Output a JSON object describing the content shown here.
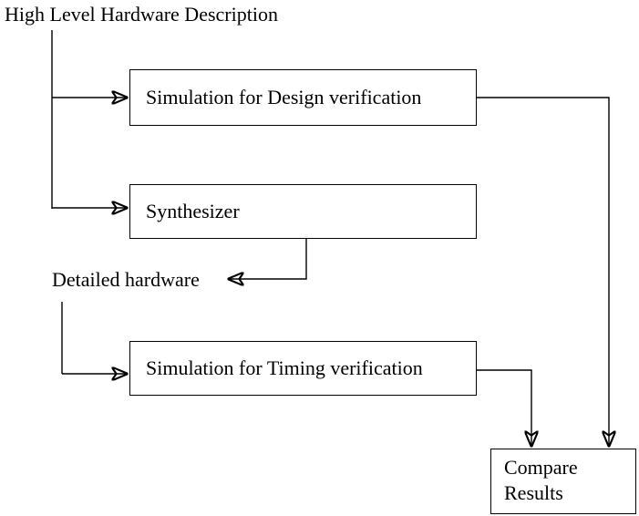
{
  "diagram": {
    "type": "flowchart",
    "colors": {
      "background": "#ffffff",
      "line": "#000000",
      "text": "#000000"
    },
    "source_label": "High Level Hardware Description",
    "detailed_hardware_label": "Detailed hardware",
    "nodes": [
      {
        "id": "design-simulation",
        "label": "Simulation for Design verification"
      },
      {
        "id": "synthesizer",
        "label": "Synthesizer"
      },
      {
        "id": "timing-simulation",
        "label": "Simulation for Timing verification"
      },
      {
        "id": "compare-results",
        "label": "Compare Results",
        "line1": "Compare",
        "line2": "Results"
      }
    ],
    "edges": [
      {
        "from": "High Level Hardware Description",
        "to": "Simulation for Design verification"
      },
      {
        "from": "High Level Hardware Description",
        "to": "Synthesizer"
      },
      {
        "from": "Synthesizer",
        "to": "Detailed hardware"
      },
      {
        "from": "Detailed hardware",
        "to": "Simulation for Timing verification"
      },
      {
        "from": "Simulation for Design verification",
        "to": "Compare Results"
      },
      {
        "from": "Simulation for Timing verification",
        "to": "Compare Results"
      }
    ]
  }
}
